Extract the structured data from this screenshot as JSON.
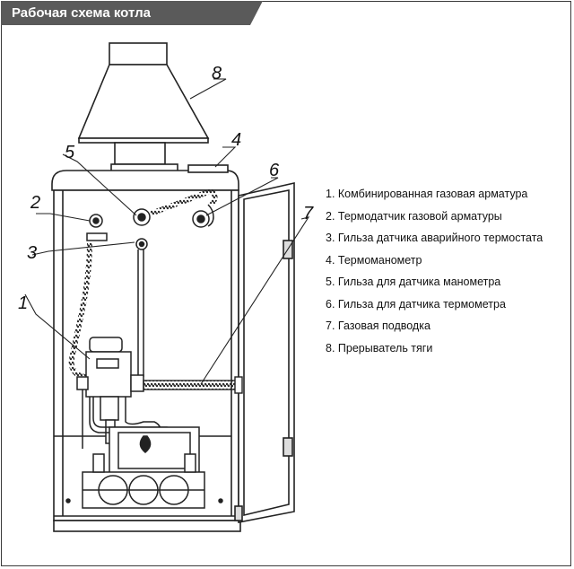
{
  "title": "Рабочая схема котла",
  "callouts": [
    "1",
    "2",
    "3",
    "4",
    "5",
    "6",
    "7",
    "8"
  ],
  "legend": [
    "1. Комбинированная газовая арматура",
    "2. Термодатчик газовой арматуры",
    "3. Гильза датчика аварийного термостата",
    "4. Термоманометр",
    "5. Гильза для датчика манометра",
    "6. Гильза для датчика термометра",
    "7. Газовая подводка",
    "8. Прерыватель тяги"
  ],
  "colors": {
    "title_bg": "#5a5a5a",
    "line": "#222222"
  }
}
